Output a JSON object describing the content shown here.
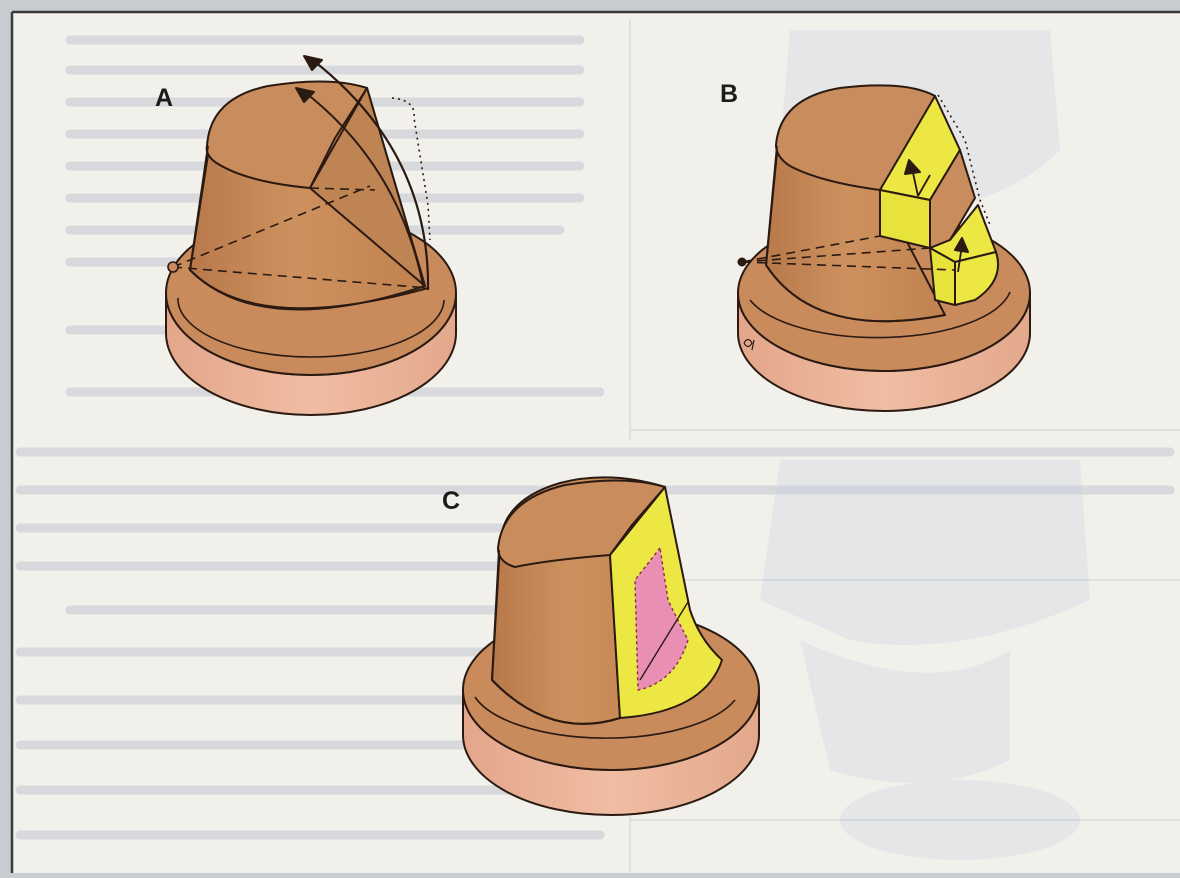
{
  "panels": {
    "a": {
      "label": "A"
    },
    "b": {
      "label": "B"
    },
    "c": {
      "label": "C"
    }
  },
  "colors": {
    "paper": "#f2f1ec",
    "show_through": "#cbd1de",
    "model_body": "#c98d5d",
    "model_shadow": "#b87b4c",
    "base_top": "#c98a5c",
    "base_side": "#e9b39a",
    "cut_face": "#ece743",
    "inner_section": "#e98fb3",
    "outline": "#2a1a12"
  }
}
